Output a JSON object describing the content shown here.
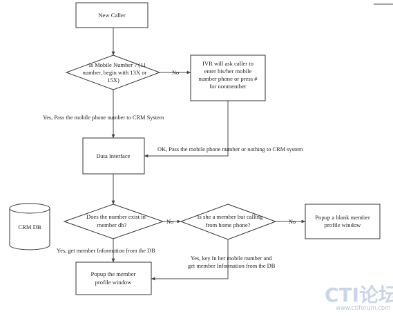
{
  "nodes": {
    "new_caller": "New Caller",
    "is_mobile": [
      "Is Mobile Number ? (11",
      "number, begin with 13X or",
      "15X)"
    ],
    "ivr": [
      "IVR will ask caller to",
      "enter his/her mobile",
      "number phone or press #",
      "for nonmember"
    ],
    "data_interface": "Data Interface",
    "crm_db": "CRM DB",
    "number_exist": [
      "Does the number exist in",
      "member db?"
    ],
    "member_home": [
      "Is she a member but calling",
      "from home phone?"
    ],
    "popup_blank": [
      "Popup a blank member",
      "profile window"
    ],
    "popup_member": [
      "Popup the member",
      "profile window"
    ]
  },
  "edges": {
    "no1": "No",
    "yes_pass": "Yes, Pass the mobile phone number to CRM System",
    "ok_pass": "OK, Pass the mobile phone number or nothing to CRM system",
    "no2": "No",
    "no3": "No",
    "yes_get": "Yes, get member Information from the DB",
    "yes_key": [
      "Yes, key In her mobile number and",
      "get member Information from the DB"
    ]
  },
  "watermark": {
    "logo": "CTI论坛",
    "url": "www.ctiforum.com"
  }
}
